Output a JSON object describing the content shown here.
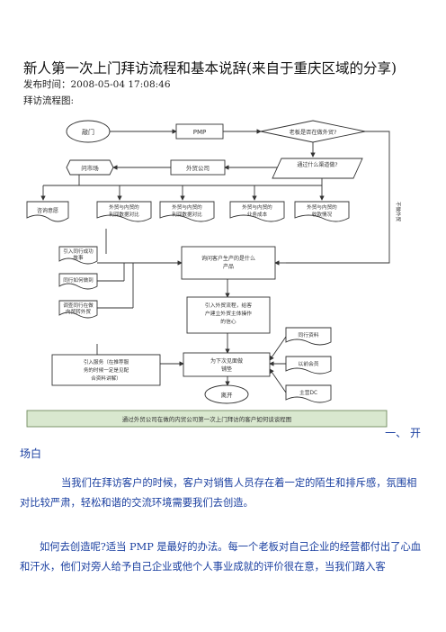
{
  "article": {
    "title": "新人第一次上门拜访流程和基本说辞(来自于重庆区域的分享)",
    "publish": "发布时间：2008-05-04 17:08:46",
    "flow_label": "拜访流程图:"
  },
  "flow": {
    "n_start": "敲门",
    "n_pmp": "PMP",
    "n_ask": "老板是否在做外贸?",
    "n_wenchang": "问市场",
    "n_waimao": "外贸公司",
    "n_tongguo": "通过什么渠道做?",
    "n_b1": "咨询意愿",
    "n_b2": "外贸与内贸的利润数据对比",
    "n_b3": "外贸与内贸的利润数据对比",
    "n_b4": "外贸与内贸的业务成本",
    "n_b5": "外贸与内贸的收款情况",
    "n_yinru": "引入同行成功故事",
    "n_tonghang": "同行如何做到",
    "n_diaocha": "调查同行在做内贸转外贸",
    "n_xunwen": "询问客户生产的是什么产品",
    "n_yinru2": "引入外贸流程，给客户建立外贸主体操作的信心",
    "n_fuwu": "引入服务（在推荐服务的时候一定是见配合资料讲解）",
    "n_xiaci": "为下次见面做铺垫",
    "n_r1": "同行资料",
    "n_r2": "以前会员",
    "n_r3": "主营DC",
    "n_end": "离开",
    "side_label": "不做外贸",
    "caption": "通过外贸公司在做的内贸公司第一次上门拜访的客户如何谈谈程图"
  },
  "body": {
    "section_prefix": "一、 开",
    "section_rest": "场白",
    "p1": "当我们在拜访客户的时候，客户对销售人员存在着一定的陌生和排斥感，氛围相对比较严肃，轻松和谐的交流环境需要我们去创造。",
    "p2": "如何去创造呢?适当 PMP 是最好的办法。每一个老板对自己企业的经营都付出了心血和汗水，他们对旁人给予自己企业或他个人事业成就的评价很在意，当我们踏入客"
  }
}
